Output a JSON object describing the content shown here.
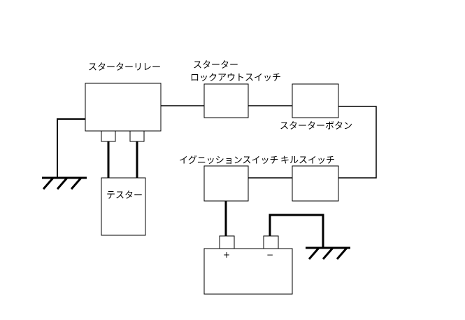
{
  "labels": {
    "starter_relay": "スターターリレー",
    "starter_lockout_line1": "スターター",
    "starter_lockout_line2": "ロックアウトスイッチ",
    "starter_button": "スターターボタン",
    "ignition_switch": "イグニッションスイッチ",
    "kill_switch": "キルスイッチ",
    "tester": "テスター",
    "battery_plus": "+",
    "battery_minus": "−"
  },
  "colors": {
    "line": "#000000",
    "background": "#ffffff"
  }
}
